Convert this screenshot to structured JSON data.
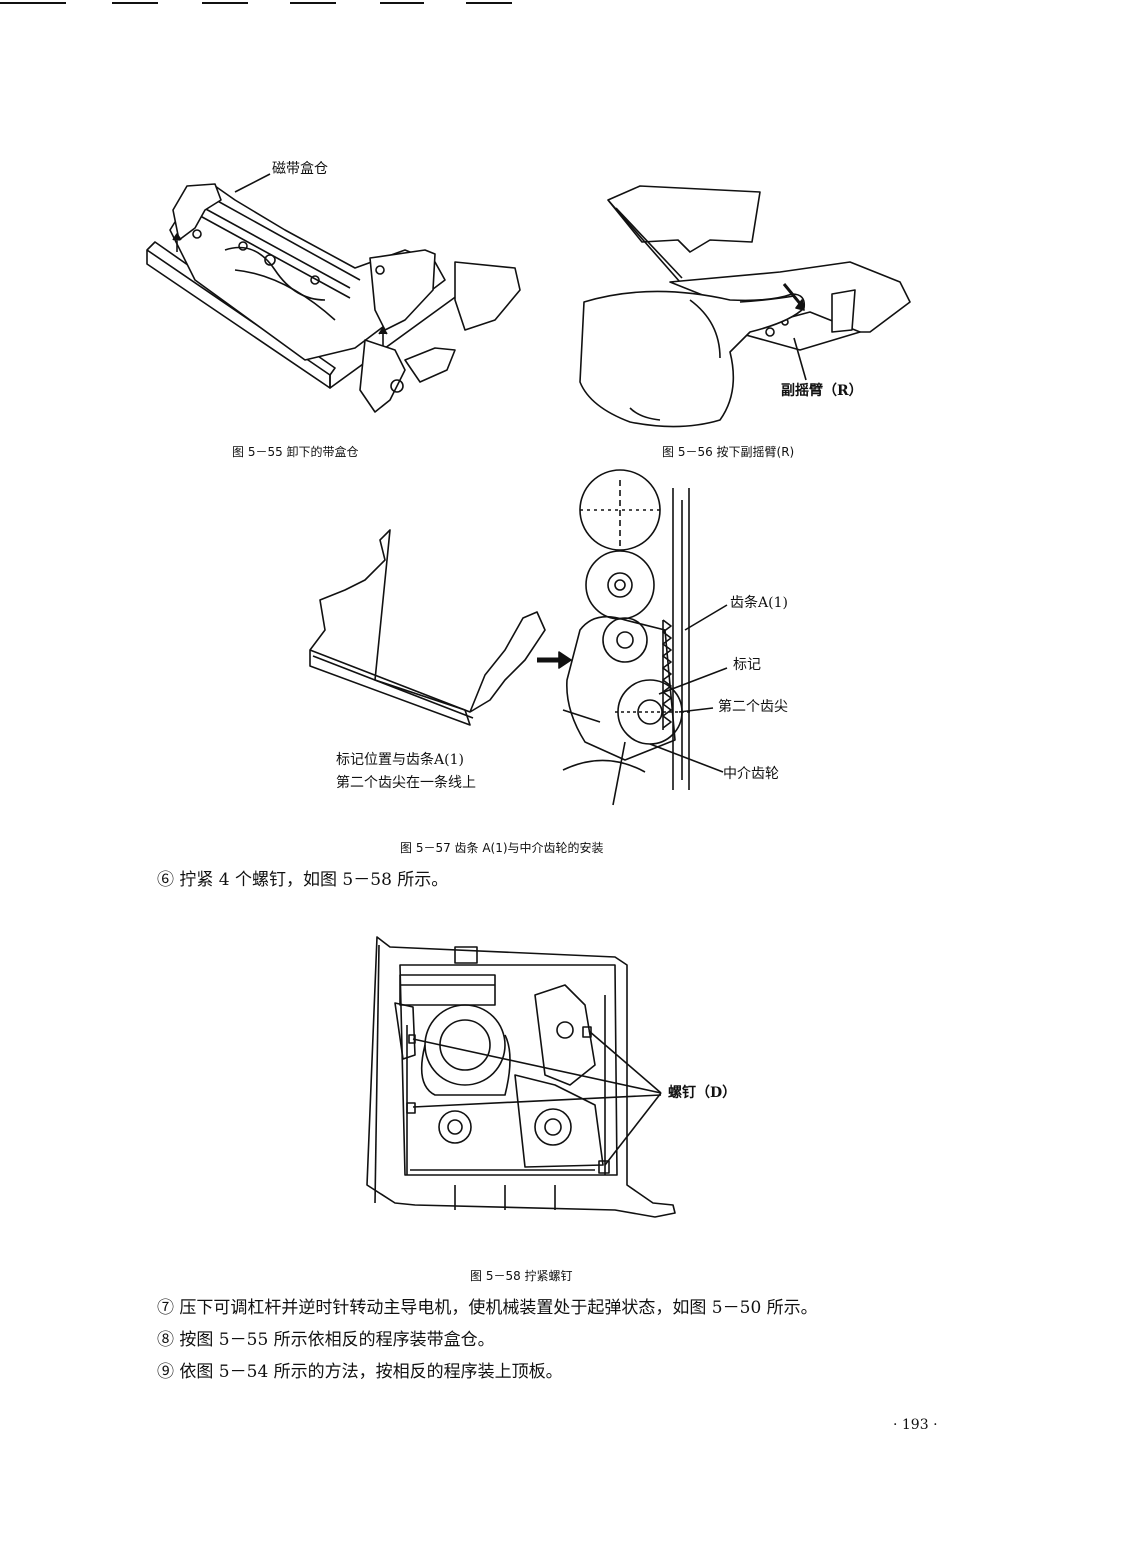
{
  "figures": {
    "fig55": {
      "caption": "图 5－55   卸下的带盒仓",
      "labels": {
        "cassette_housing": "磁带盒仓"
      }
    },
    "fig56": {
      "caption": "图 5－56   按下副摇臂(R)",
      "labels": {
        "sub_arm": "副摇臂（R）"
      }
    },
    "fig57": {
      "caption": "图 5－57   齿条 A(1)与中介齿轮的安装",
      "labels": {
        "rack": "齿条A(1)",
        "mark": "标记",
        "second_tooth": "第二个齿尖",
        "idler_gear": "中介齿轮",
        "note_line1": "标记位置与齿条A(1)",
        "note_line2": "第二个齿尖在一条线上"
      }
    },
    "fig58": {
      "caption": "图 5－58   拧紧螺钉",
      "labels": {
        "screw": "螺钉（D）"
      }
    }
  },
  "steps": {
    "step6": "⑥ 拧紧 4 个螺钉，如图 5－58 所示。",
    "step7": "⑦ 压下可调杠杆并逆时针转动主导电机，使机械装置处于起弹状态，如图 5－50 所示。",
    "step8": "⑧ 按图 5－55 所示依相反的程序装带盒仓。",
    "step9": "⑨ 依图 5－54 所示的方法，按相反的程序装上顶板。"
  },
  "page_number": "· 193 ·"
}
